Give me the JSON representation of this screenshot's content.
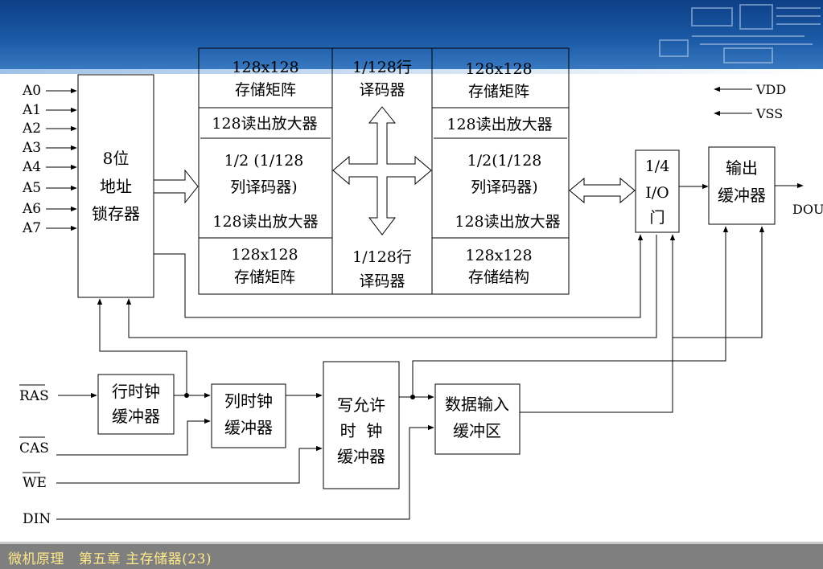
{
  "address_inputs": [
    "A0",
    "A1",
    "A2",
    "A3",
    "A4",
    "A5",
    "A6",
    "A7"
  ],
  "latch": [
    "8位",
    "地址",
    "锁存器"
  ],
  "matrix_top_left": [
    "128x128",
    "存储矩阵"
  ],
  "row_decoder_top": [
    "1/128行",
    "译码器"
  ],
  "matrix_top_right": [
    "128x128",
    "存储矩阵"
  ],
  "sense_amp": "128读出放大器",
  "col_decoder_left": [
    "1/2 (1/128",
    "列译码器)"
  ],
  "col_decoder_right": [
    "1/2(1/128",
    "列译码器)"
  ],
  "matrix_bottom_left": [
    "128x128",
    "存储矩阵"
  ],
  "row_decoder_bottom": [
    "1/128行",
    "译码器"
  ],
  "matrix_bottom_right": [
    "128x128",
    "存储结构"
  ],
  "io_gate": [
    "1/4",
    "I/O",
    "门"
  ],
  "output_buffer": [
    "输出",
    "缓冲器"
  ],
  "vdd": "VDD",
  "vss": "VSS",
  "dout": "DOUT",
  "ras": "RAS",
  "cas": "CAS",
  "we": "WE",
  "din": "DIN",
  "row_clock": [
    "行时钟",
    "缓冲器"
  ],
  "col_clock": [
    "列时钟",
    "缓冲器"
  ],
  "write_enable": [
    "写允许",
    "时  钟",
    "缓冲器"
  ],
  "data_input": [
    "数据输入",
    "缓冲区"
  ],
  "footer": "微机原理   第五章 主存储器(23)"
}
